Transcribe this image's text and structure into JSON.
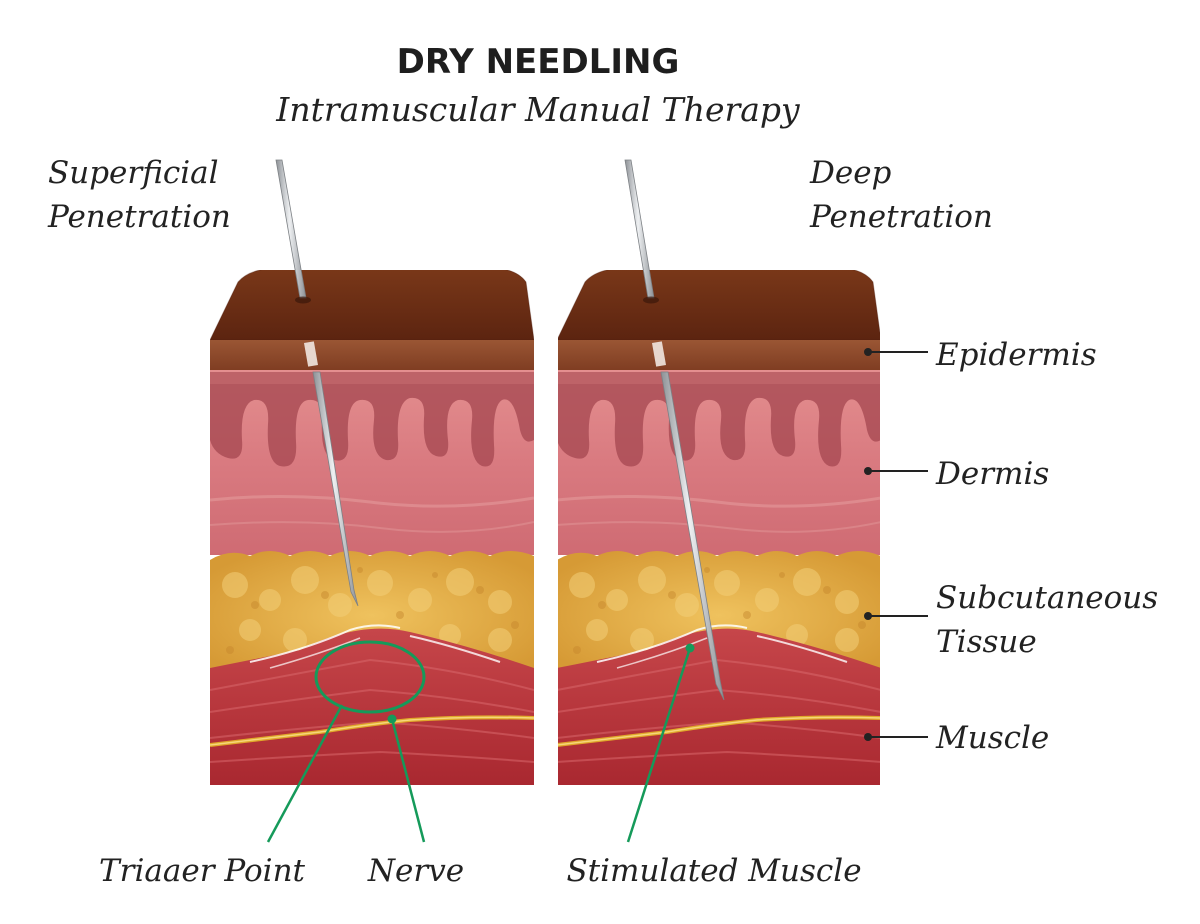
{
  "title": "DRY NEEDLING",
  "subtitle": "Intramuscular Manual Therapy",
  "panels": {
    "left": {
      "heading_line1": "Superficial",
      "heading_line2": "Penetration"
    },
    "right": {
      "heading_line1": "Deep",
      "heading_line2": "Penetration"
    }
  },
  "layers": {
    "epidermis": "Epidermis",
    "dermis": "Dermis",
    "subcutaneous_line1": "Subcutaneous",
    "subcutaneous_line2": "Tissue",
    "muscle": "Muscle"
  },
  "callouts": {
    "trigger_point": "Triaaer Point",
    "nerve": "Nerve",
    "stimulated_muscle": "Stimulated Muscle"
  },
  "colors": {
    "skin_top": "#6e2f17",
    "epidermis": "#8e4a2c",
    "dermis": "#d97d80",
    "dermis_dark": "#a2434a",
    "fat": "#e4b04a",
    "muscle": "#b8343a",
    "nerve": "#e0a82a",
    "callout": "#159a5a",
    "needle": "#c9ccd0"
  },
  "icons": [
    "needle-icon",
    "skin-block-icon"
  ]
}
